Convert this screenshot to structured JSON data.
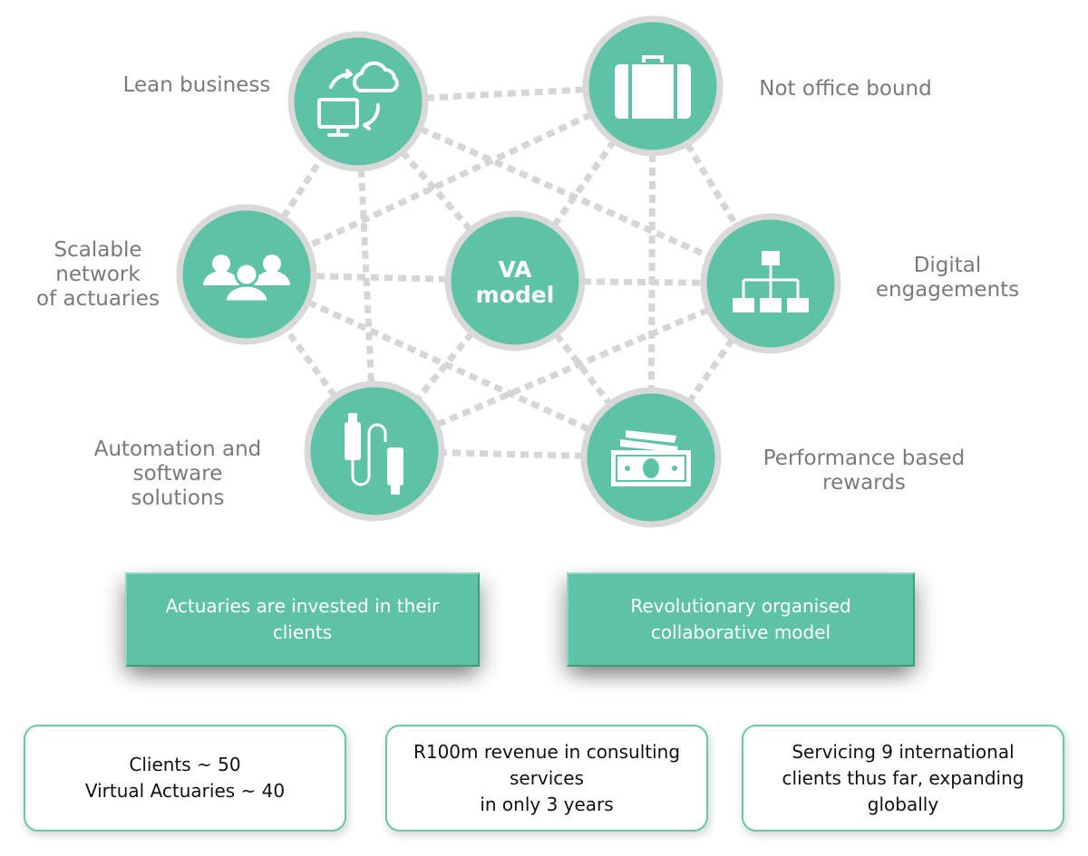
{
  "center": {
    "line1": "VA",
    "line2": "model"
  },
  "nodes": [
    {
      "label": [
        "Lean business"
      ],
      "icon": "cloud-computer-sync-icon"
    },
    {
      "label": [
        "Not office bound"
      ],
      "icon": "briefcase-icon"
    },
    {
      "label": [
        "Scalable",
        "network",
        "of actuaries"
      ],
      "icon": "people-group-icon"
    },
    {
      "label": [
        "Digital",
        "engagements"
      ],
      "icon": "org-chart-icon"
    },
    {
      "label": [
        "Automation and",
        "software",
        "solutions"
      ],
      "icon": "usb-cable-icon"
    },
    {
      "label": [
        "Performance based",
        "rewards"
      ],
      "icon": "money-bills-icon"
    }
  ],
  "highlights": [
    {
      "lines": [
        "Actuaries are invested in their",
        "clients"
      ]
    },
    {
      "lines": [
        "Revolutionary organised",
        "collaborative model"
      ]
    }
  ],
  "stats": [
    {
      "lines": [
        "Clients ~ 50",
        "Virtual Actuaries ~ 40"
      ]
    },
    {
      "lines": [
        "R100m revenue in consulting",
        "services",
        "in only 3 years"
      ]
    },
    {
      "lines": [
        "Servicing 9 international",
        "clients thus far, expanding",
        "globally"
      ]
    }
  ],
  "colors": {
    "teal": "#5ec2a6",
    "ring": "#d9d9d9",
    "connector": "#d6d6d6",
    "label_text": "#7a7a7a",
    "stat_border": "#6ac7ab"
  }
}
